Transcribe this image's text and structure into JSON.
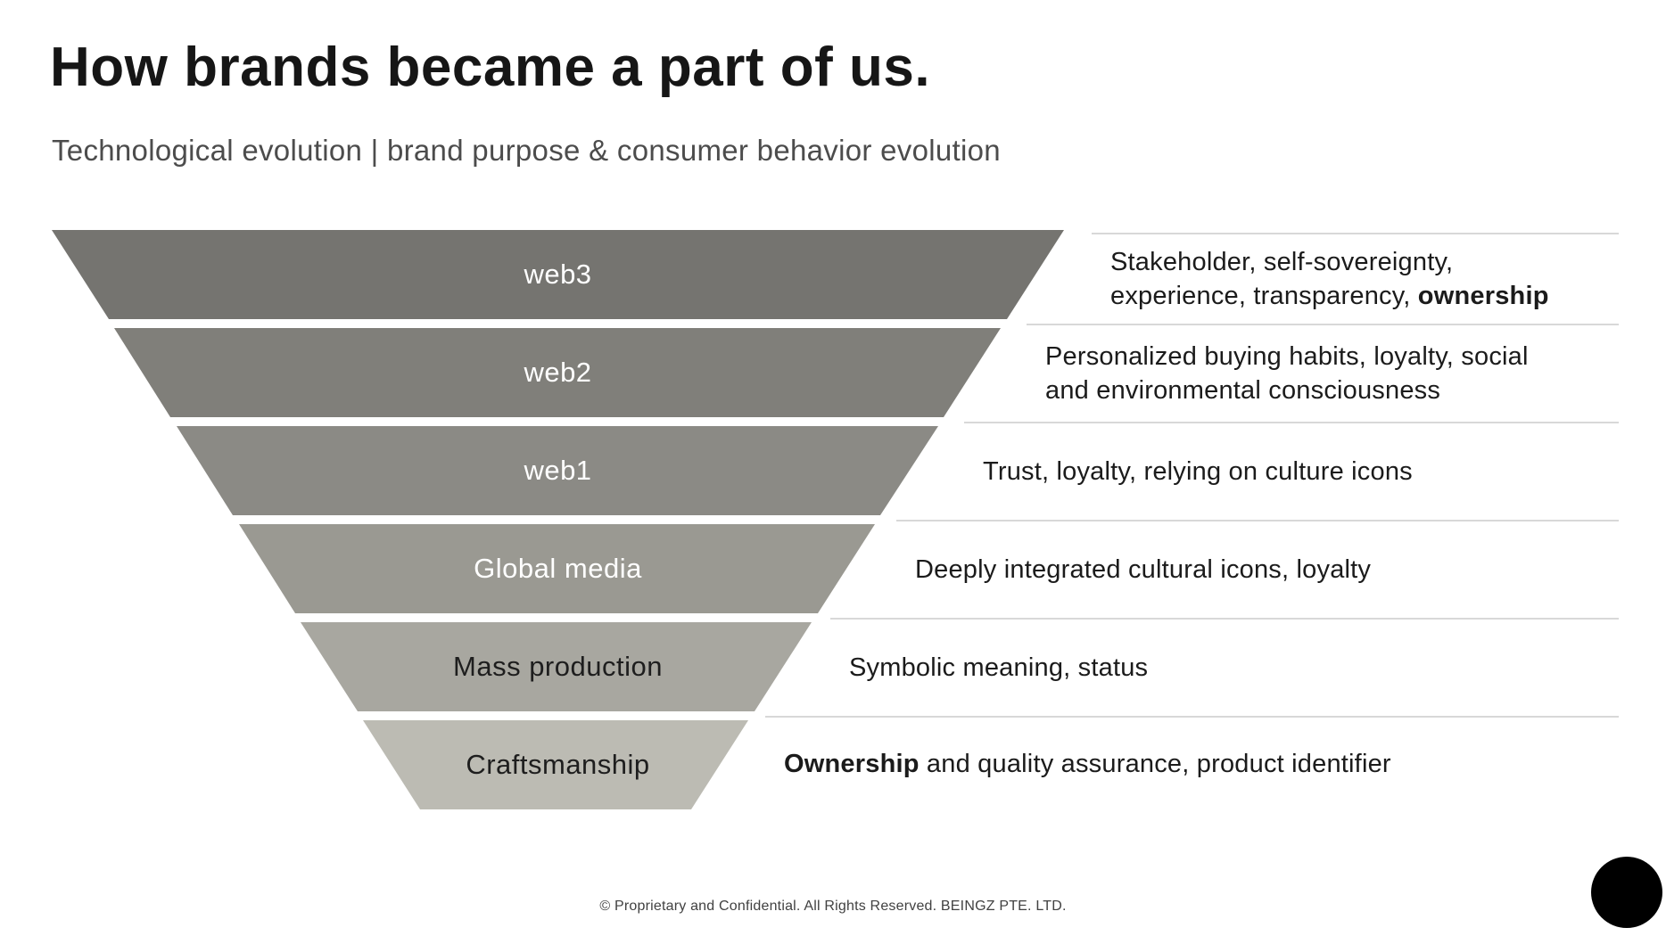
{
  "slide": {
    "title": "How brands became a part of us.",
    "subtitle": "Technological evolution | brand purpose & consumer behavior evolution",
    "footer": "© Proprietary and Confidential. All Rights Reserved. BEINGZ PTE. LTD."
  },
  "funnel": {
    "rows": [
      {
        "label": "web3",
        "color": "#757470",
        "label_color": "#ffffff",
        "description_segments": [
          {
            "text": "Stakeholder, self-sovereignty,\nexperience, transparency, ",
            "bold": false
          },
          {
            "text": "ownership",
            "bold": true
          }
        ]
      },
      {
        "label": "web2",
        "color": "#807f7a",
        "label_color": "#ffffff",
        "description_segments": [
          {
            "text": "Personalized buying habits, loyalty, social\nand environmental consciousness",
            "bold": false
          }
        ]
      },
      {
        "label": "web1",
        "color": "#8b8a85",
        "label_color": "#ffffff",
        "description_segments": [
          {
            "text": "Trust, loyalty, relying on culture icons",
            "bold": false
          }
        ]
      },
      {
        "label": "Global media",
        "color": "#9a9992",
        "label_color": "#ffffff",
        "description_segments": [
          {
            "text": "Deeply integrated cultural icons, loyalty",
            "bold": false
          }
        ]
      },
      {
        "label": "Mass production",
        "color": "#a8a7a0",
        "label_color": "#1e1e1e",
        "description_segments": [
          {
            "text": "Symbolic meaning, status",
            "bold": false
          }
        ]
      },
      {
        "label": "Craftsmanship",
        "color": "#bcbbb3",
        "label_color": "#1e1e1e",
        "description_segments": [
          {
            "text": "Ownership",
            "bold": true
          },
          {
            "text": " and quality assurance, product identifier",
            "bold": false
          }
        ]
      }
    ]
  },
  "decor": {
    "divider_color": "#d8d8d8",
    "dot_color": "#000000"
  }
}
